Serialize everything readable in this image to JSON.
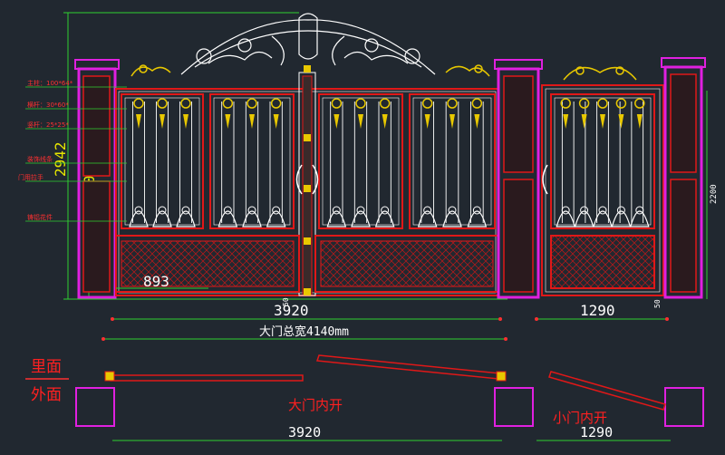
{
  "colors": {
    "background": "#212830",
    "frame_red": "#e01818",
    "pillar_magenta": "#e020e0",
    "gold": "#e8c800",
    "white": "#ffffff",
    "dim_green": "#30d030",
    "dim_yellow": "#e6e600",
    "label_red": "#ff3030"
  },
  "annotations": {
    "main_post": "主柱：100*64*",
    "horizontal_bar": "横杆：30*60*",
    "vertical_bar": "竖杆：25*25*",
    "decorative_strip": "装饰线条",
    "door_handle": "门用拉手",
    "cast_flower": "铸铝花件"
  },
  "dimensions": {
    "total_height": "2942",
    "gate_height": "2200",
    "small_gate_height": "2200",
    "lower_panel_width": "893",
    "main_gate_width": "3920",
    "small_gate_width": "1290",
    "total_width": "大门总宽4140mm",
    "post_offset_left": "50",
    "post_offset_right": "50",
    "plan_main_width": "3920",
    "plan_small_width": "1290"
  },
  "plan": {
    "inside": "里面",
    "outside": "外面",
    "main_gate_swing": "大门内开",
    "small_gate_swing": "小门内开"
  }
}
